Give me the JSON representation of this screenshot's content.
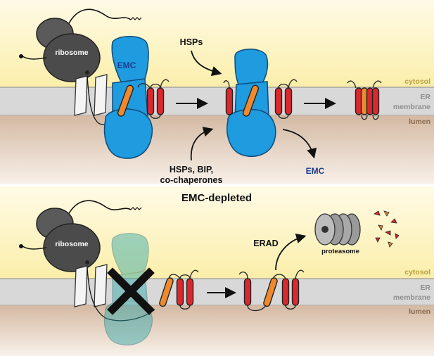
{
  "top_panel": {
    "ribosome_label": "ribosome",
    "emc_label": "EMC",
    "hsps_label": "HSPs",
    "chaperone_lines": [
      "HSPs, BIP,",
      "co-chaperones"
    ],
    "emc_release_label": "EMC",
    "cytosol_label": "cytosol",
    "membrane_lines": [
      "ER",
      "membrane"
    ],
    "lumen_label": "lumen"
  },
  "bottom_panel": {
    "title": "EMC-depleted",
    "ribosome_label": "ribosome",
    "erad_label": "ERAD",
    "proteasome_label": "proteasome",
    "cytosol_label": "cytosol",
    "membrane_lines": [
      "ER",
      "membrane"
    ],
    "lumen_label": "lumen"
  },
  "colors": {
    "cytosol": "#fbf1b3",
    "membrane": "#d6d6d6",
    "lumen": "#d7bfac",
    "emc_blue": "#1f9be0",
    "tm_red": "#d9282e",
    "tm_orange": "#ee8a2d",
    "ribosome_gray": "#4b4b4b",
    "emc_text": "#1d3c8f"
  },
  "icons": [
    "ribosome-icon",
    "emc-complex-icon",
    "transmembrane-helix-icon",
    "proteasome-icon",
    "block-x-icon",
    "arrow-icon"
  ]
}
